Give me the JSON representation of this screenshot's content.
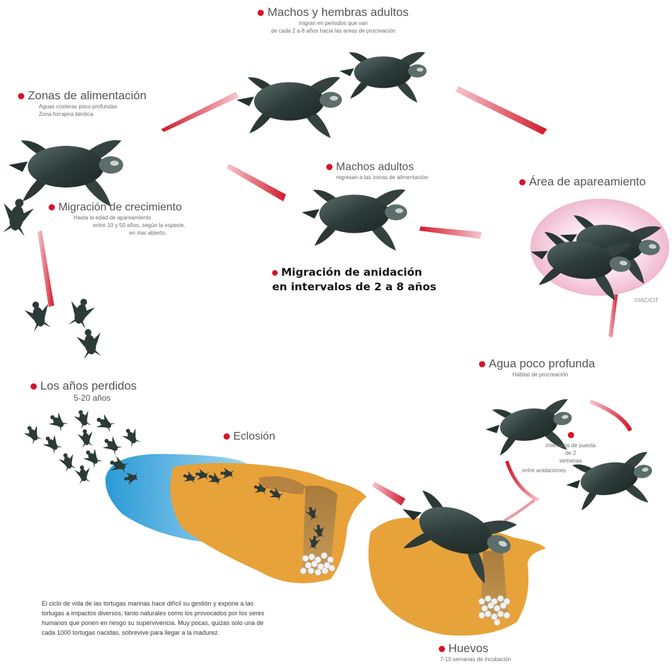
{
  "labels": {
    "adults": {
      "title": "Machos y hembras adultos",
      "desc1": "migran en periodos que van",
      "desc2": "de cada 2 a 8 años hacia las areas de procreación"
    },
    "feeding": {
      "title": "Zonas de alimentación",
      "desc1": "Aguas costeras poco profundas",
      "desc2": "Zona forrajera béntica"
    },
    "males": {
      "title": "Machos adultos",
      "desc": "regresan a las zonas de alimentación"
    },
    "mating": {
      "title": "Área de apareamiento"
    },
    "growth": {
      "title": "Migración de crecimiento",
      "desc1": "Hasta la edad de apareamiento",
      "desc2": "entre 10 y 50 años, según la especie,",
      "desc3": "en mar abierto."
    },
    "nesting_migration": {
      "line1": "Migración de anidación",
      "line2": "en intervalos de 2 a 8 años"
    },
    "shallow": {
      "title": "Agua poco profunda",
      "desc": "Hábitat de procreación"
    },
    "lost_years": {
      "title": "Los años perdidos",
      "range": "5-20 años"
    },
    "hatching": {
      "title": "Eclosión"
    },
    "interval": {
      "line1": "Intervalos de puesta",
      "line2": "de 2",
      "line3": "semanas",
      "line4": "entre anidaciones"
    },
    "eggs": {
      "title": "Huevos",
      "desc": "7-10 semanas de incubación"
    }
  },
  "credit": "©IAC/CIT",
  "description": [
    "El ciclo de vida de las tortugas marinas hace difícil su gestión y expone a las",
    "tortugas a impactos diversos, tanto naturales como los provocados por los seres",
    "humanos que ponen en riesgo su supervivencia. Muy pocas, quizas solo una de",
    "cada 1000 tortugas nacidas, sobrevive para llegar a la madurez."
  ],
  "colors": {
    "bullet": "#d6132a",
    "sand": "#e8a23a",
    "sea": "#2a9bd6",
    "mating_area": "#f0b9cf"
  }
}
